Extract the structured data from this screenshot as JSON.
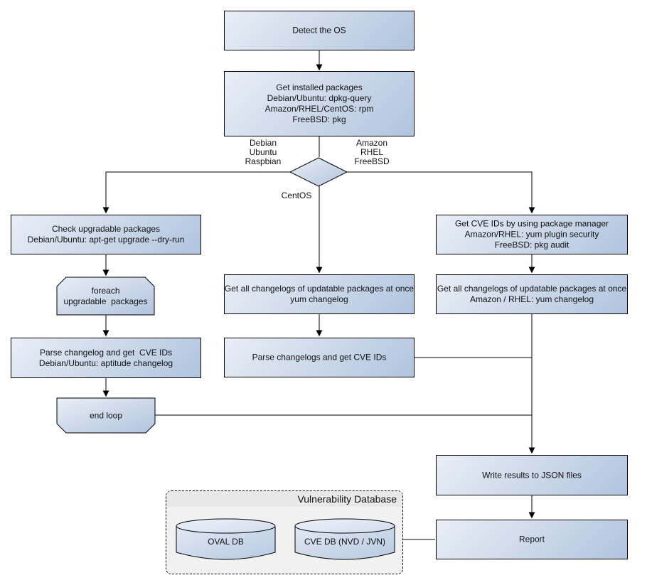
{
  "diagram": {
    "nodes": {
      "detect_os": "Detect the OS",
      "get_installed_packages": "Get installed packages\nDebian/Ubuntu: dpkg-query\nAmazon/RHEL/CentOS: rpm\nFreeBSD: pkg",
      "check_upgradable_packages": "Check upgradable packages\nDebian/Ubuntu: apt-get upgrade --dry-run",
      "foreach_upgradable_packages": "foreach\nupgradable  packages",
      "parse_changelog_debian": "Parse changelog and get  CVE IDs\nDebian/Ubuntu: aptitude changelog",
      "end_loop": "end loop",
      "get_changelogs_centos": "Get all changelogs of updatable packages at once\nyum changelog",
      "parse_changelogs_centos": "Parse changelogs and get CVE IDs",
      "get_cve_ids_package_manager": "Get CVE IDs by using package manager\nAmazon/RHEL: yum plugin security\nFreeBSD: pkg audit",
      "get_changelogs_amazon_rhel": "Get all changelogs of updatable packages at once\nAmazon / RHEL: yum changelog",
      "write_results_json": "Write results to JSON files",
      "report": "Report"
    },
    "branch_labels": {
      "debian": "Debian\nUbuntu\nRaspbian",
      "amazon": "Amazon\nRHEL\nFreeBSD",
      "centos": "CentOS"
    },
    "vulnerability_database": {
      "title": "Vulnerability Database",
      "oval_db_label": "OVAL DB",
      "cve_db_label": "CVE DB (NVD / JVN)"
    },
    "colors": {
      "node_gradient_start": "#e9eef6",
      "node_gradient_end": "#b0c4de",
      "node_border": "#000000",
      "connector": "#000000",
      "container_fill": "#f1f1f1",
      "container_header_fill": "#e8e8e8",
      "text": "#111111"
    }
  }
}
